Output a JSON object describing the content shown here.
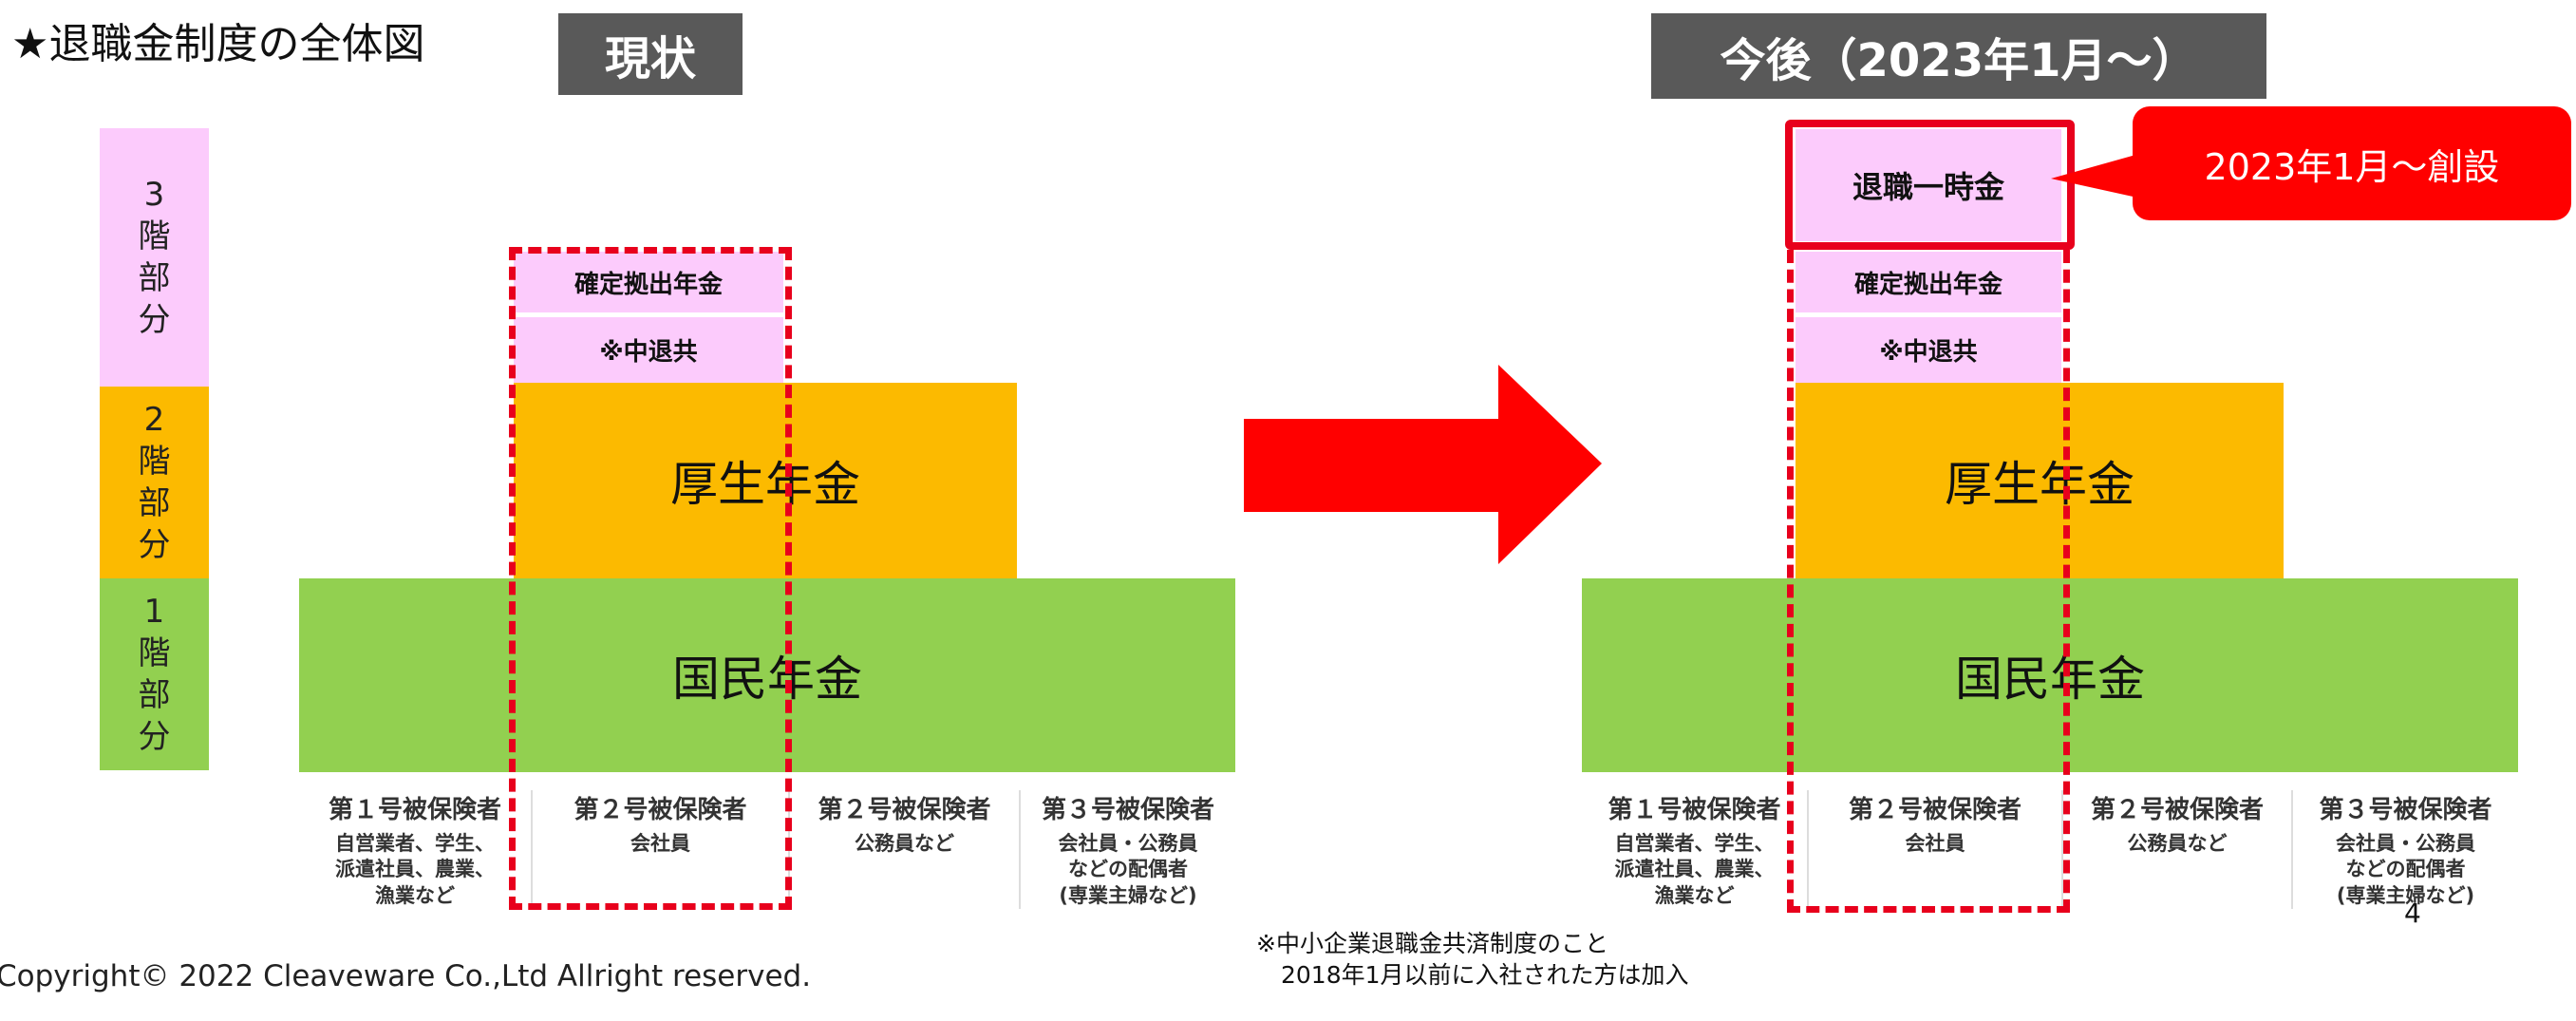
{
  "title": "★退職金制度の全体図",
  "current_label": "現状",
  "future_label": "今後（2023年1月～）",
  "tiers": [
    {
      "num": "3",
      "chars": [
        "階",
        "部",
        "分"
      ]
    },
    {
      "num": "2",
      "chars": [
        "階",
        "部",
        "分"
      ]
    },
    {
      "num": "1",
      "chars": [
        "階",
        "部",
        "分"
      ]
    }
  ],
  "blocks": {
    "dc": "確定拠出年金",
    "chutaikyo": "※中退共",
    "kosei": "厚生年金",
    "kokumin": "国民年金",
    "lump_sum": "退職一時金"
  },
  "callout": "2023年1月～創設",
  "columns": [
    {
      "head": "第１号被保険者",
      "desc": "自営業者、学生、\n派遣社員、農業、\n漁業など"
    },
    {
      "head": "第２号被保険者",
      "desc": "会社員"
    },
    {
      "head": "第２号被保険者",
      "desc": "公務員など"
    },
    {
      "head": "第３号被保険者",
      "desc": "会社員・公務員\nなどの配偶者\n(専業主婦など)"
    }
  ],
  "footnote": [
    "※中小企業退職金共済制度のこと",
    "2018年1月以前に入社された方は加入"
  ],
  "page_number": "4",
  "copyright": "Copyright© 2022 Cleaveware Co.,Ltd Allright reserved.",
  "colors": {
    "pink": "#fccbfc",
    "orange": "#fcba00",
    "green": "#92d050",
    "red": "#e8001c",
    "tag": "#595959"
  }
}
